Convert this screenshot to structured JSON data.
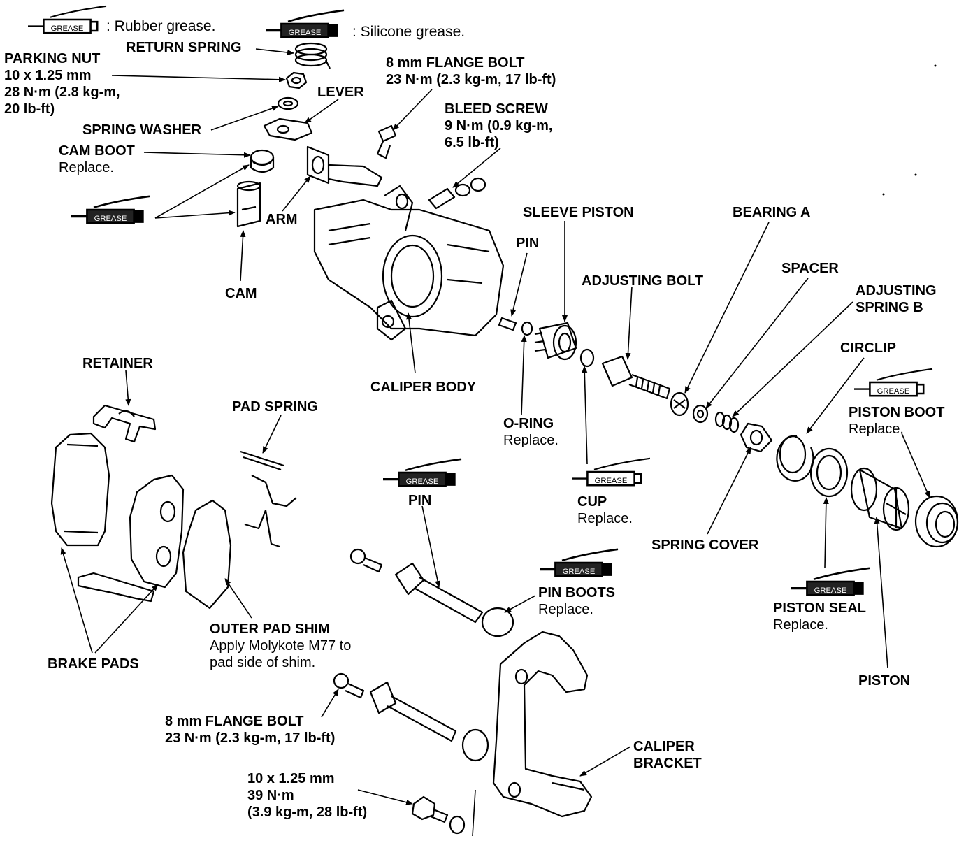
{
  "legend": {
    "tube_text": "GREASE",
    "rubber": ": Rubber grease.",
    "silicone": ": Silicone grease."
  },
  "labels": {
    "return_spring": "RETURN SPRING",
    "parking_nut": [
      "PARKING NUT",
      "10 x 1.25 mm",
      "28 N·m (2.8 kg-m,",
      "20 lb-ft)"
    ],
    "lever": "LEVER",
    "spring_washer": "SPRING WASHER",
    "cam_boot": "CAM BOOT",
    "cam_boot_note": "Replace.",
    "arm": "ARM",
    "cam": "CAM",
    "flange_bolt_top": [
      "8 mm FLANGE BOLT",
      "23 N·m (2.3 kg-m, 17 lb-ft)"
    ],
    "bleed_screw": [
      "BLEED SCREW",
      "9 N·m (0.9 kg-m,",
      "6.5 lb-ft)"
    ],
    "sleeve_piston": "SLEEVE PISTON",
    "pin_top": "PIN",
    "adjusting_bolt": "ADJUSTING BOLT",
    "bearing_a": "BEARING A",
    "spacer": "SPACER",
    "adjusting_spring_b": [
      "ADJUSTING",
      "SPRING B"
    ],
    "circlip": "CIRCLIP",
    "piston_boot": "PISTON BOOT",
    "piston_boot_note": "Replace.",
    "caliper_body": "CALIPER BODY",
    "o_ring": "O-RING",
    "o_ring_note": "Replace.",
    "cup": "CUP",
    "cup_note": "Replace.",
    "spring_cover": "SPRING COVER",
    "piston_seal": "PISTON SEAL",
    "piston_seal_note": "Replace.",
    "piston": "PISTON",
    "retainer": "RETAINER",
    "pad_spring": "PAD SPRING",
    "pin_lower": "PIN",
    "pin_boots": "PIN BOOTS",
    "pin_boots_note": "Replace.",
    "outer_pad_shim": "OUTER PAD SHIM",
    "outer_pad_shim_note": [
      "Apply Molykote M77 to",
      "pad side of shim."
    ],
    "brake_pads": "BRAKE PADS",
    "flange_bolt_bottom": [
      "8 mm FLANGE BOLT",
      "23 N·m (2.3 kg-m, 17 lb-ft)"
    ],
    "bolt_10mm": [
      "10 x 1.25 mm",
      "39 N·m",
      "(3.9 kg-m, 28 lb-ft)"
    ],
    "caliper_bracket": [
      "CALIPER",
      "BRACKET"
    ]
  }
}
